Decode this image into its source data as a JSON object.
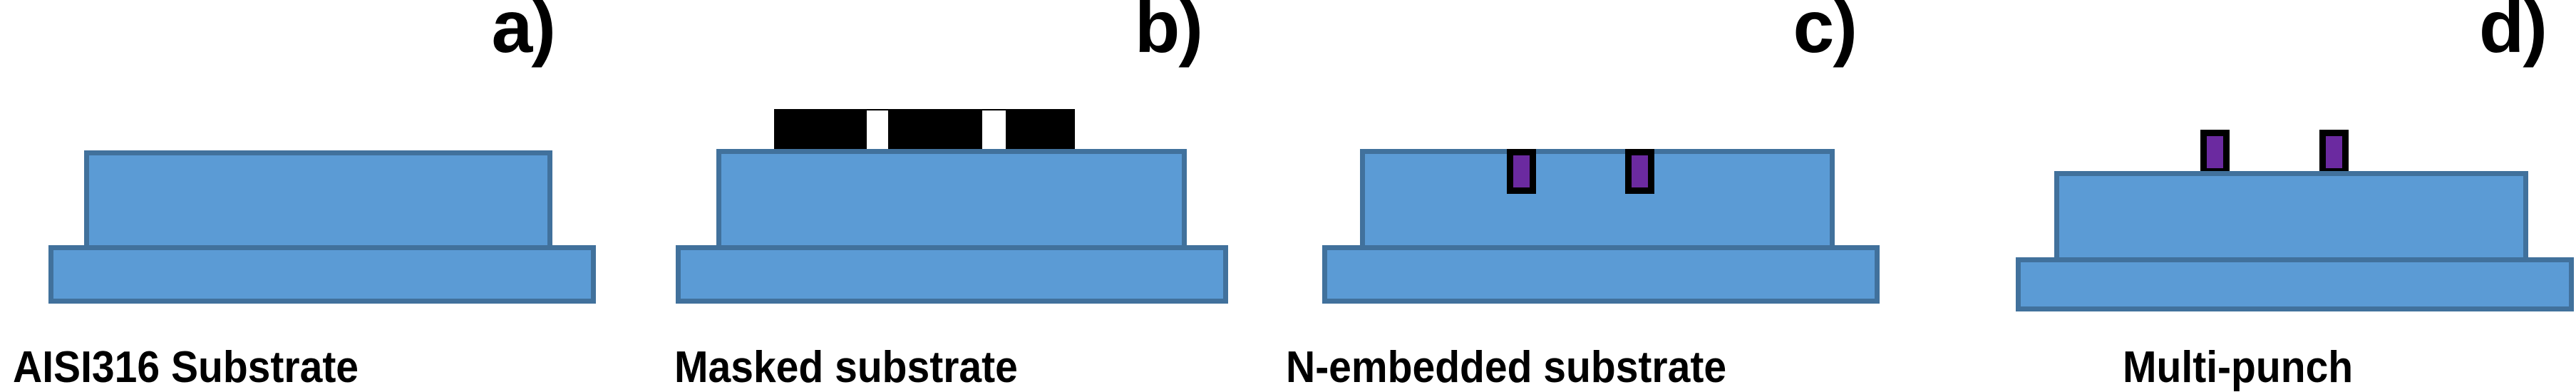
{
  "figure": {
    "type": "process-flow-schematic",
    "description": "Four-step fabrication schematic of an AISI316 stainless steel substrate: bare substrate, masked substrate, nitrogen-embedded substrate, and multi-punch.",
    "background_color": "#ffffff",
    "colors": {
      "substrate_fill": "#5b9bd5",
      "substrate_border": "#41719c",
      "mask_fill": "#000000",
      "mask_gap": "#ffffff",
      "feature_fill": "#6b2aa0",
      "feature_border": "#000000",
      "text": "#000000"
    }
  },
  "panels": [
    {
      "id": "a",
      "letter": "a)",
      "caption": "AISI316 Substrate",
      "features": []
    },
    {
      "id": "b",
      "letter": "b)",
      "caption": "Masked substrate",
      "features": [
        "mask-bar",
        "mask-gap-left",
        "mask-gap-right"
      ]
    },
    {
      "id": "c",
      "letter": "c)",
      "caption": "N-embedded substrate",
      "features": [
        "embedded-region-left",
        "embedded-region-right"
      ]
    },
    {
      "id": "d",
      "letter": "d)",
      "caption": "Multi-punch",
      "features": [
        "punch-left",
        "punch-right"
      ]
    }
  ]
}
